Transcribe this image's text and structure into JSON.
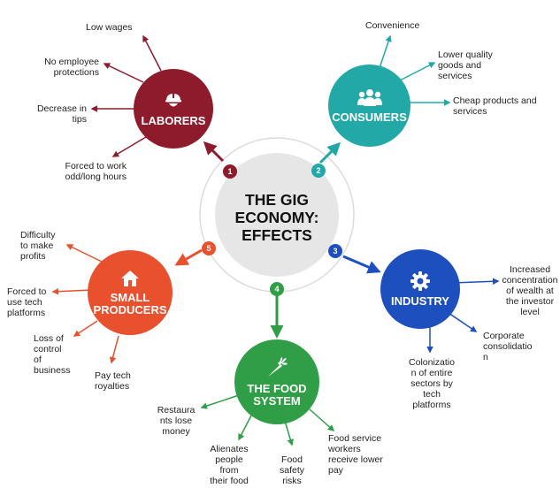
{
  "center": {
    "title": "THE GIG\nECONOMY:\nEFFECTS"
  },
  "colors": {
    "laborers": "#8e1b2c",
    "consumers": "#23a8a8",
    "industry": "#1d4fbf",
    "food": "#2f9e46",
    "producers": "#e8502e"
  },
  "nodes": {
    "laborers": {
      "number": "1",
      "title": "LABORERS",
      "icon": "worker-helmet-icon"
    },
    "consumers": {
      "number": "2",
      "title": "CONSUMERS",
      "icon": "people-group-icon"
    },
    "industry": {
      "number": "3",
      "title": "INDUSTRY",
      "icon": "gear-icon"
    },
    "food": {
      "number": "4",
      "title": "THE FOOD\nSYSTEM",
      "icon": "carrot-icon"
    },
    "producers": {
      "number": "5",
      "title": "SMALL\nPRODUCERS",
      "icon": "house-icon"
    }
  },
  "effects": {
    "laborers": [
      "Low wages",
      "No employee\nprotections",
      "Decrease in\ntips",
      "Forced to work\nodd/long hours"
    ],
    "consumers": [
      "Convenience",
      "Lower quality\ngoods and\nservices",
      "Cheap products and\nservices"
    ],
    "industry": [
      "Increased\nconcentration\nof wealth at\nthe investor\nlevel",
      "Corporate\nconsolidatio\nn",
      "Colonizatio\nn of entire\nsectors by\ntech\nplatforms"
    ],
    "food": [
      "Restaura\nnts lose\nmoney",
      "Alienates\npeople\nfrom\ntheir food",
      "Food\nsafety\nrisks",
      "Food service\nworkers\nreceive lower\npay"
    ],
    "producers": [
      "Difficulty\nto make\nprofits",
      "Forced to\nuse tech\nplatforms",
      "Loss of\ncontrol\nof\nbusiness",
      "Pay tech\nroyalties"
    ]
  }
}
